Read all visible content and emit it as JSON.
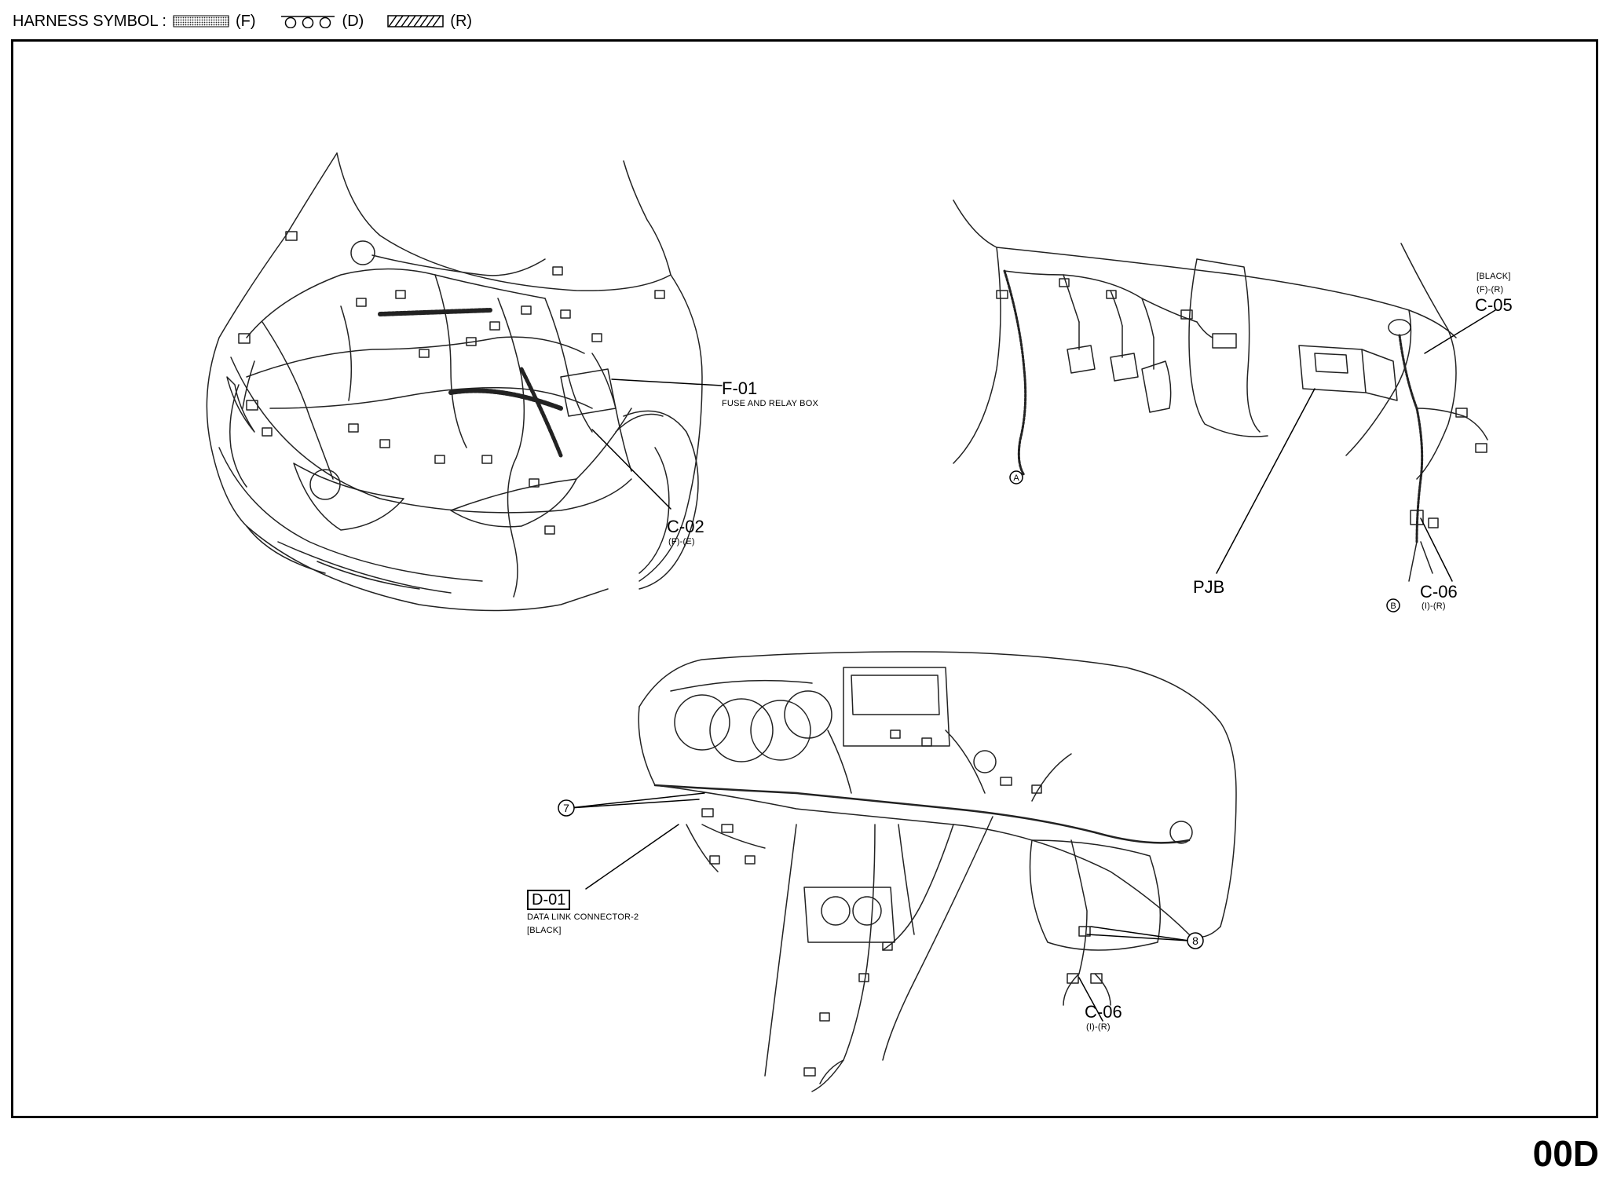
{
  "legend": {
    "title": "HARNESS SYMBOL :",
    "items": [
      {
        "code": "(F)",
        "pattern": "dotted"
      },
      {
        "code": "(D)",
        "pattern": "circles"
      },
      {
        "code": "(R)",
        "pattern": "hatched"
      }
    ]
  },
  "labels": {
    "f01": {
      "code": "F-01",
      "desc": "FUSE AND RELAY BOX"
    },
    "c02": {
      "code": "C-02",
      "sub": "(F)-(E)"
    },
    "c05": {
      "code": "C-05",
      "color": "[BLACK]",
      "sub": "(F)-(R)"
    },
    "pjb": {
      "code": "PJB"
    },
    "c06_top": {
      "code": "C-06",
      "sub": "(I)-(R)"
    },
    "c06_bottom": {
      "code": "C-06",
      "sub": "(I)-(R)"
    },
    "d01": {
      "code": "D-01",
      "desc": "DATA LINK CONNECTOR-2",
      "color": "[BLACK]"
    },
    "marker_a": "A",
    "marker_b": "B",
    "marker_7": "7",
    "marker_8": "8"
  },
  "page_code": "00D"
}
